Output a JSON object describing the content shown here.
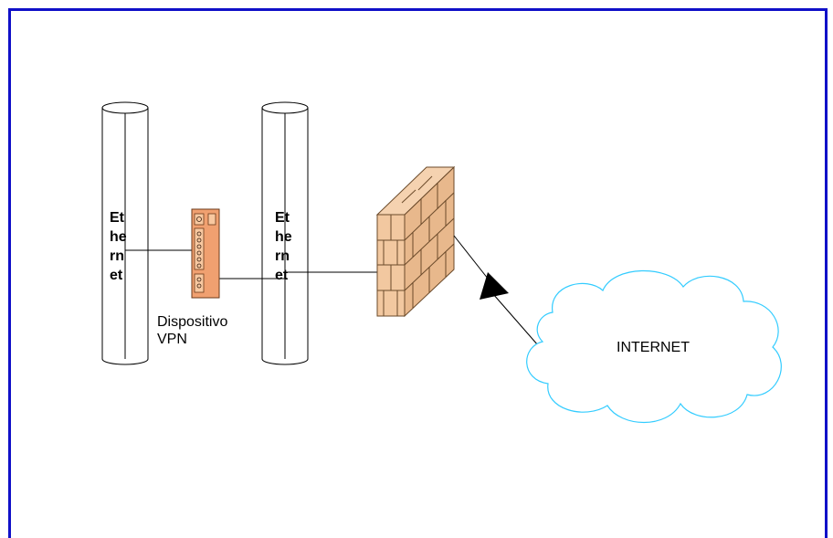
{
  "diagram": {
    "ethernet_left": {
      "lines": [
        "Et",
        "he",
        "rn",
        "et"
      ]
    },
    "ethernet_right": {
      "lines": [
        "Et",
        "he",
        "rn",
        "et"
      ]
    },
    "vpn_device": {
      "lines": [
        "Dispositivo",
        "VPN"
      ]
    },
    "internet": {
      "label": "INTERNET"
    }
  },
  "colors": {
    "border": "#1010c8",
    "cloud": "#33ccff",
    "wall_fill": "#f2c8a0",
    "wall_lines": "#6b4a2a",
    "device_fill": "#f0a070",
    "line": "#000000"
  }
}
